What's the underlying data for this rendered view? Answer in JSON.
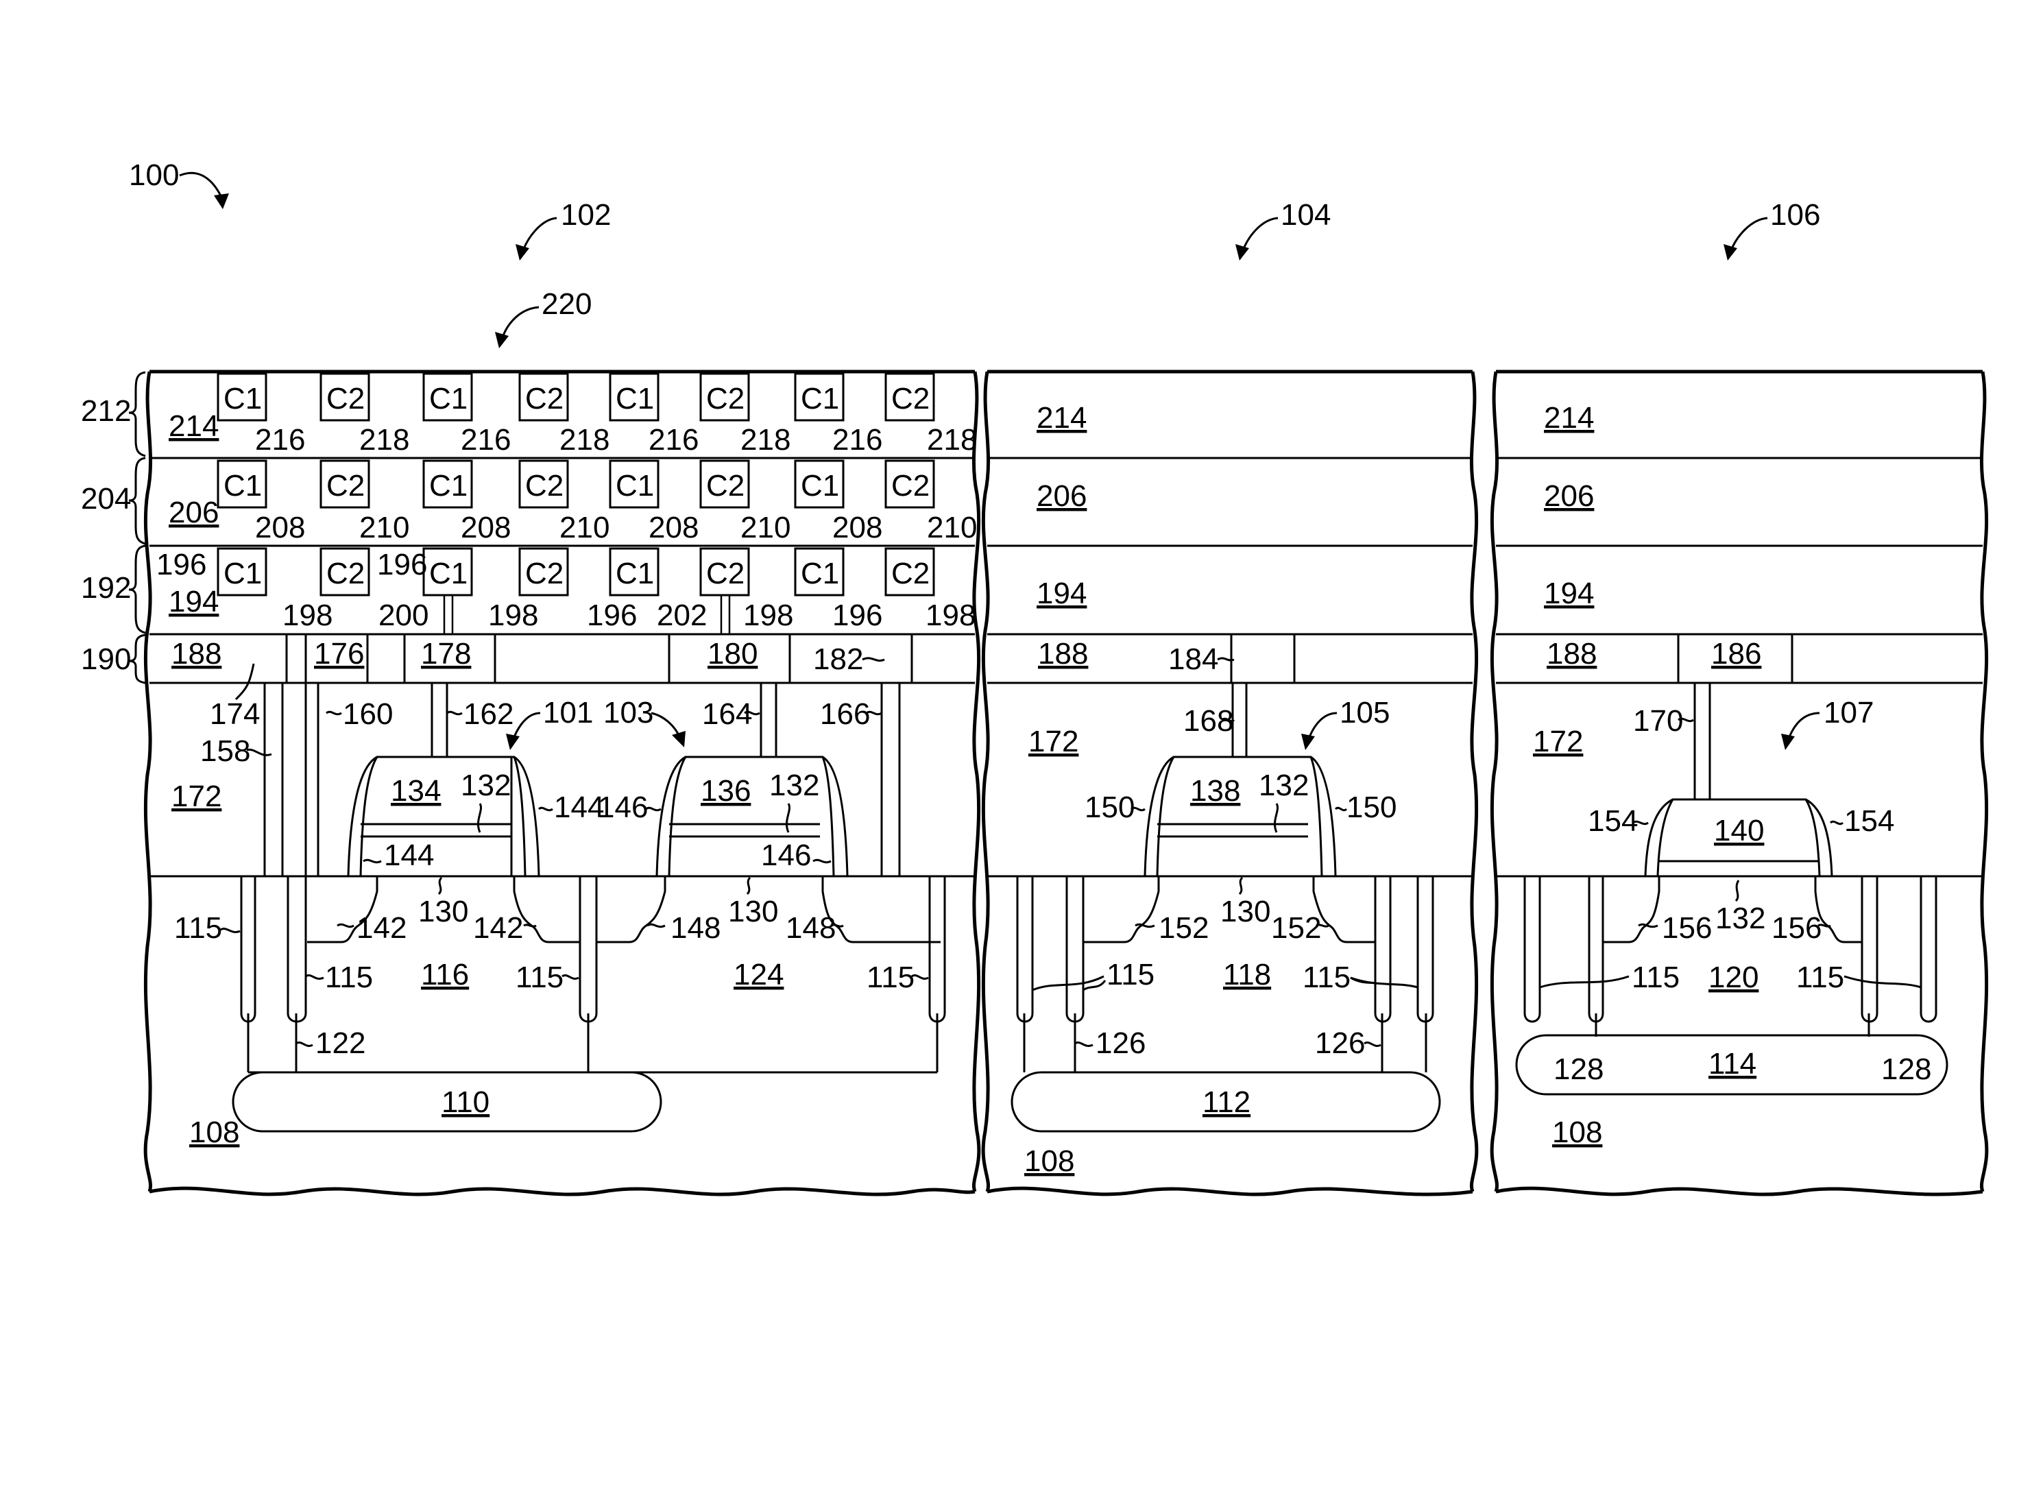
{
  "figure": {
    "ref_main": "100",
    "ref_region_a": "102",
    "ref_region_b": "104",
    "ref_region_c": "106",
    "ref_group": "220"
  },
  "stack_labels": [
    "212",
    "204",
    "192",
    "190"
  ],
  "cap": {
    "c1": "C1",
    "c2": "C2"
  },
  "rows": {
    "top_tags": [
      "216",
      "218",
      "216",
      "218",
      "216",
      "218",
      "216",
      "218"
    ],
    "mid_tags": [
      "208",
      "210",
      "208",
      "210",
      "208",
      "210",
      "208",
      "210"
    ],
    "low_tags": [
      "196",
      "198",
      "200",
      "198",
      "196",
      "202",
      "198",
      "196",
      "198"
    ],
    "low_extra": [
      "196",
      "196"
    ]
  },
  "layers": {
    "l214": "214",
    "l206": "206",
    "l194": "194",
    "l188": "188",
    "l172": "172",
    "l108": "108"
  },
  "contacts": {
    "c176": "176",
    "c178": "178",
    "c180": "180",
    "c182": "182",
    "c184": "184",
    "c186": "186"
  },
  "vias": {
    "v174": "174",
    "v158": "158",
    "v160": "160",
    "v162": "162",
    "v164": "164",
    "v166": "166",
    "v168": "168",
    "v170": "170"
  },
  "devices": {
    "d101": "101",
    "d103": "103",
    "d105": "105",
    "d107": "107"
  },
  "gates": {
    "g134": "134",
    "g136": "136",
    "g138": "138",
    "g140": "140",
    "g132": "132",
    "g130": "130"
  },
  "spacers": {
    "s144": "144",
    "s146": "146",
    "s150": "150",
    "s154": "154"
  },
  "sd": {
    "r142": "142",
    "r148": "148",
    "r152": "152",
    "r156": "156"
  },
  "wells": {
    "w116": "116",
    "w124": "124",
    "w118": "118",
    "w120": "120",
    "w122": "122",
    "w126": "126",
    "w128": "128",
    "w115": "115"
  },
  "buried": {
    "b110": "110",
    "b112": "112",
    "b114": "114"
  }
}
